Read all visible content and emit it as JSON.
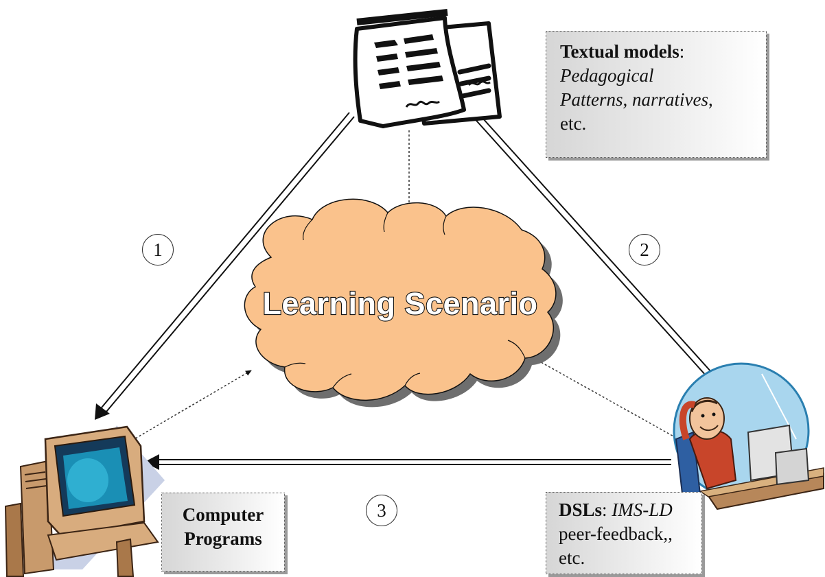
{
  "textual_box": {
    "title": "Textual models",
    "colon": ":",
    "line1": "Pedagogical",
    "line2": "Patterns, narratives",
    "comma": ",",
    "line3": "etc."
  },
  "computer_box": {
    "line1": "Computer",
    "line2": "Programs"
  },
  "dsl_box": {
    "title": "DSLs",
    "colon": ": ",
    "italic": "IMS-LD",
    "line2": "peer-feedback,,",
    "line3": "etc."
  },
  "cloud_label": "Learning Scenario",
  "numbers": [
    "1",
    "2",
    "3"
  ]
}
